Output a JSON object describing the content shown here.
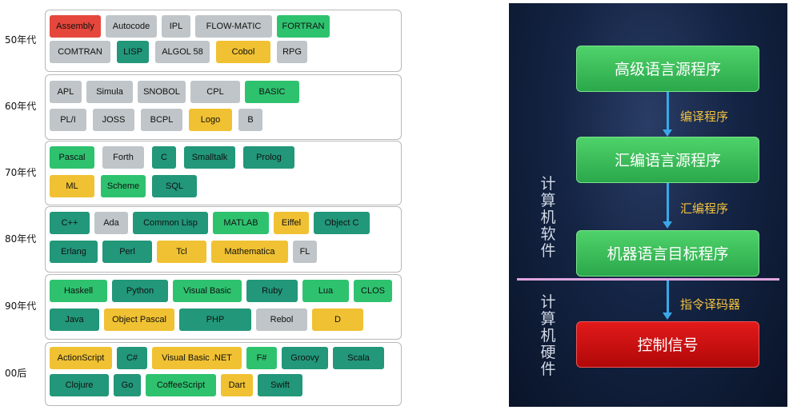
{
  "timeline": {
    "eras": [
      {
        "label": "50年代",
        "rows": [
          [
            {
              "name": "Assembly",
              "color": "red"
            },
            {
              "name": "Autocode",
              "color": "gray"
            },
            {
              "name": "IPL",
              "color": "gray"
            },
            {
              "name": "FLOW-MATIC",
              "color": "gray"
            },
            {
              "name": "FORTRAN",
              "color": "green"
            }
          ],
          [
            {
              "name": "COMTRAN",
              "color": "gray"
            },
            {
              "name": "LISP",
              "color": "teal"
            },
            {
              "name": "ALGOL 58",
              "color": "gray"
            },
            {
              "name": "Cobol",
              "color": "yellow"
            },
            {
              "name": "RPG",
              "color": "gray"
            }
          ]
        ]
      },
      {
        "label": "60年代",
        "rows": [
          [
            {
              "name": "APL",
              "color": "gray"
            },
            {
              "name": "Simula",
              "color": "gray"
            },
            {
              "name": "SNOBOL",
              "color": "gray"
            },
            {
              "name": "CPL",
              "color": "gray"
            },
            {
              "name": "BASIC",
              "color": "green"
            }
          ],
          [
            {
              "name": "PL/I",
              "color": "gray"
            },
            {
              "name": "JOSS",
              "color": "gray"
            },
            {
              "name": "BCPL",
              "color": "gray"
            },
            {
              "name": "Logo",
              "color": "yellow"
            },
            {
              "name": "B",
              "color": "gray"
            }
          ]
        ]
      },
      {
        "label": "70年代",
        "rows": [
          [
            {
              "name": "Pascal",
              "color": "green"
            },
            {
              "name": "Forth",
              "color": "gray"
            },
            {
              "name": "C",
              "color": "teal"
            },
            {
              "name": "Smalltalk",
              "color": "teal"
            },
            {
              "name": "Prolog",
              "color": "teal"
            }
          ],
          [
            {
              "name": "ML",
              "color": "yellow"
            },
            {
              "name": "Scheme",
              "color": "green"
            },
            {
              "name": "SQL",
              "color": "teal"
            }
          ]
        ]
      },
      {
        "label": "80年代",
        "rows": [
          [
            {
              "name": "C++",
              "color": "teal"
            },
            {
              "name": "Ada",
              "color": "gray"
            },
            {
              "name": "Common Lisp",
              "color": "teal"
            },
            {
              "name": "MATLAB",
              "color": "green"
            },
            {
              "name": "Eiffel",
              "color": "yellow"
            },
            {
              "name": "Object C",
              "color": "teal"
            }
          ],
          [
            {
              "name": "Erlang",
              "color": "teal"
            },
            {
              "name": "Perl",
              "color": "teal"
            },
            {
              "name": "Tcl",
              "color": "yellow"
            },
            {
              "name": "Mathematica",
              "color": "yellow"
            },
            {
              "name": "FL",
              "color": "gray"
            }
          ]
        ]
      },
      {
        "label": "90年代",
        "rows": [
          [
            {
              "name": "Haskell",
              "color": "green"
            },
            {
              "name": "Python",
              "color": "teal"
            },
            {
              "name": "Visual Basic",
              "color": "green"
            },
            {
              "name": "Ruby",
              "color": "teal"
            },
            {
              "name": "Lua",
              "color": "green"
            },
            {
              "name": "CLOS",
              "color": "green"
            }
          ],
          [
            {
              "name": "Java",
              "color": "teal"
            },
            {
              "name": "Object Pascal",
              "color": "yellow"
            },
            {
              "name": "PHP",
              "color": "teal"
            },
            {
              "name": "Rebol",
              "color": "gray"
            },
            {
              "name": "D",
              "color": "yellow"
            }
          ]
        ]
      },
      {
        "label": "00后",
        "rows": [
          [
            {
              "name": "ActionScript",
              "color": "yellow"
            },
            {
              "name": "C#",
              "color": "teal"
            },
            {
              "name": "Visual Basic .NET",
              "color": "yellow"
            },
            {
              "name": "F#",
              "color": "green"
            },
            {
              "name": "Groovy",
              "color": "teal"
            },
            {
              "name": "Scala",
              "color": "teal"
            }
          ],
          [
            {
              "name": "Clojure",
              "color": "teal"
            },
            {
              "name": "Go",
              "color": "teal"
            },
            {
              "name": "CoffeeScript",
              "color": "green"
            },
            {
              "name": "Dart",
              "color": "yellow"
            },
            {
              "name": "Swift",
              "color": "teal"
            }
          ]
        ]
      }
    ]
  },
  "flow": {
    "boxes": [
      "高级语言源程序",
      "汇编语言源程序",
      "机器语言目标程序",
      "控制信号"
    ],
    "steps": [
      "编译程序",
      "汇编程序",
      "指令译码器"
    ],
    "software_label": "计算机软件",
    "hardware_label": "计算机硬件"
  },
  "colors": {
    "red": "#e5473c",
    "gray": "#bfc5c8",
    "green": "#2ec26f",
    "teal": "#22977a",
    "yellow": "#f0c132",
    "arrow": "#3aa8e8",
    "step_text": "#f3c23e",
    "divider": "#e0a6e0"
  }
}
